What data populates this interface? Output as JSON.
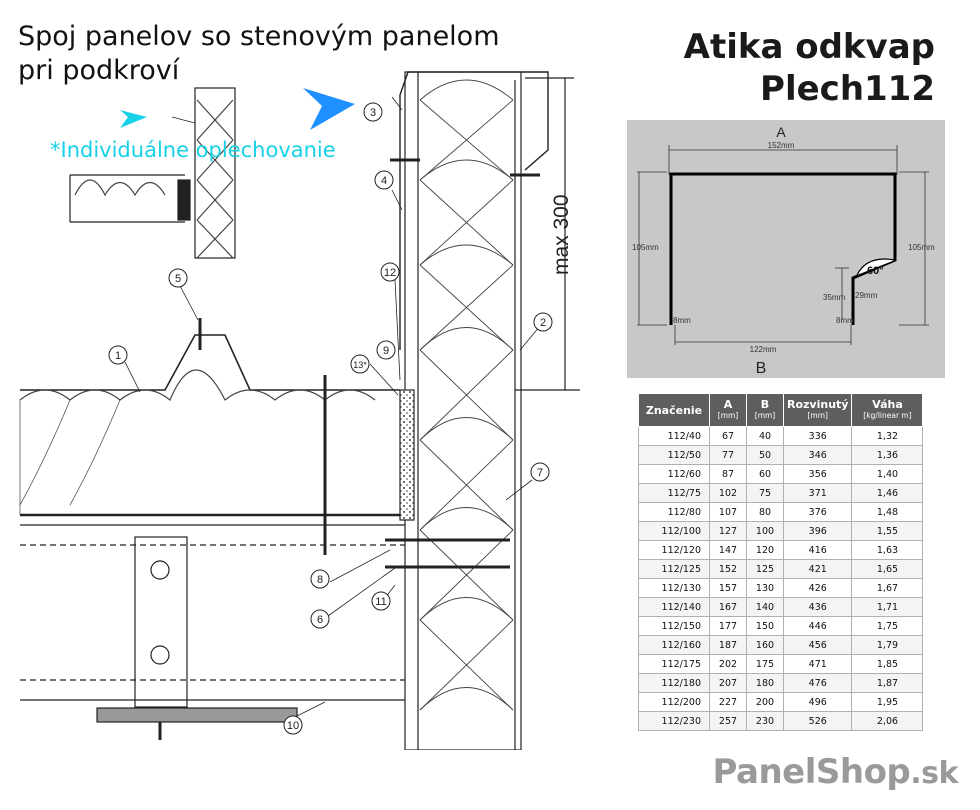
{
  "title_left": [
    "Spoj panelov so stenovým panelom",
    "pri podkroví"
  ],
  "title_right": [
    "Atika odkvap",
    "Plech112"
  ],
  "note": "*Individuálne oplechovanie",
  "callouts": [
    "1",
    "2",
    "3",
    "4",
    "5",
    "6",
    "7",
    "8",
    "9",
    "10",
    "11",
    "12",
    "13*"
  ],
  "dimension_label": "max 300",
  "profile": {
    "label_a": "A",
    "label_b": "B",
    "top_width": "152mm",
    "left_height": "105mm",
    "right_height": "105mm",
    "angle": "60°",
    "bend": "29mm",
    "inner_height": "35mm",
    "left_hem": "8mm",
    "right_hem": "8mm",
    "bottom_width": "122mm"
  },
  "table": {
    "headers": [
      {
        "label": "Značenie",
        "unit": ""
      },
      {
        "label": "A",
        "unit": "[mm]"
      },
      {
        "label": "B",
        "unit": "[mm]"
      },
      {
        "label": "Rozvinutý",
        "unit": "[mm]"
      },
      {
        "label": "Váha",
        "unit": "[kg/linear m]"
      }
    ],
    "rows": [
      [
        "112/40",
        "67",
        "40",
        "336",
        "1,32"
      ],
      [
        "112/50",
        "77",
        "50",
        "346",
        "1,36"
      ],
      [
        "112/60",
        "87",
        "60",
        "356",
        "1,40"
      ],
      [
        "112/75",
        "102",
        "75",
        "371",
        "1,46"
      ],
      [
        "112/80",
        "107",
        "80",
        "376",
        "1,48"
      ],
      [
        "112/100",
        "127",
        "100",
        "396",
        "1,55"
      ],
      [
        "112/120",
        "147",
        "120",
        "416",
        "1,63"
      ],
      [
        "112/125",
        "152",
        "125",
        "421",
        "1,65"
      ],
      [
        "112/130",
        "157",
        "130",
        "426",
        "1,67"
      ],
      [
        "112/140",
        "167",
        "140",
        "436",
        "1,71"
      ],
      [
        "112/150",
        "177",
        "150",
        "446",
        "1,75"
      ],
      [
        "112/160",
        "187",
        "160",
        "456",
        "1,79"
      ],
      [
        "112/175",
        "202",
        "175",
        "471",
        "1,85"
      ],
      [
        "112/180",
        "207",
        "180",
        "476",
        "1,87"
      ],
      [
        "112/200",
        "227",
        "200",
        "496",
        "1,95"
      ],
      [
        "112/230",
        "257",
        "230",
        "526",
        "2,06"
      ]
    ]
  },
  "logo": {
    "name": "PanelShop",
    "tld": ".sk"
  },
  "colors": {
    "arrow": "#1e90ff",
    "note": "#17d2e6",
    "table_header": "#5e5e5e",
    "profile_bg": "#c8c8c8"
  }
}
